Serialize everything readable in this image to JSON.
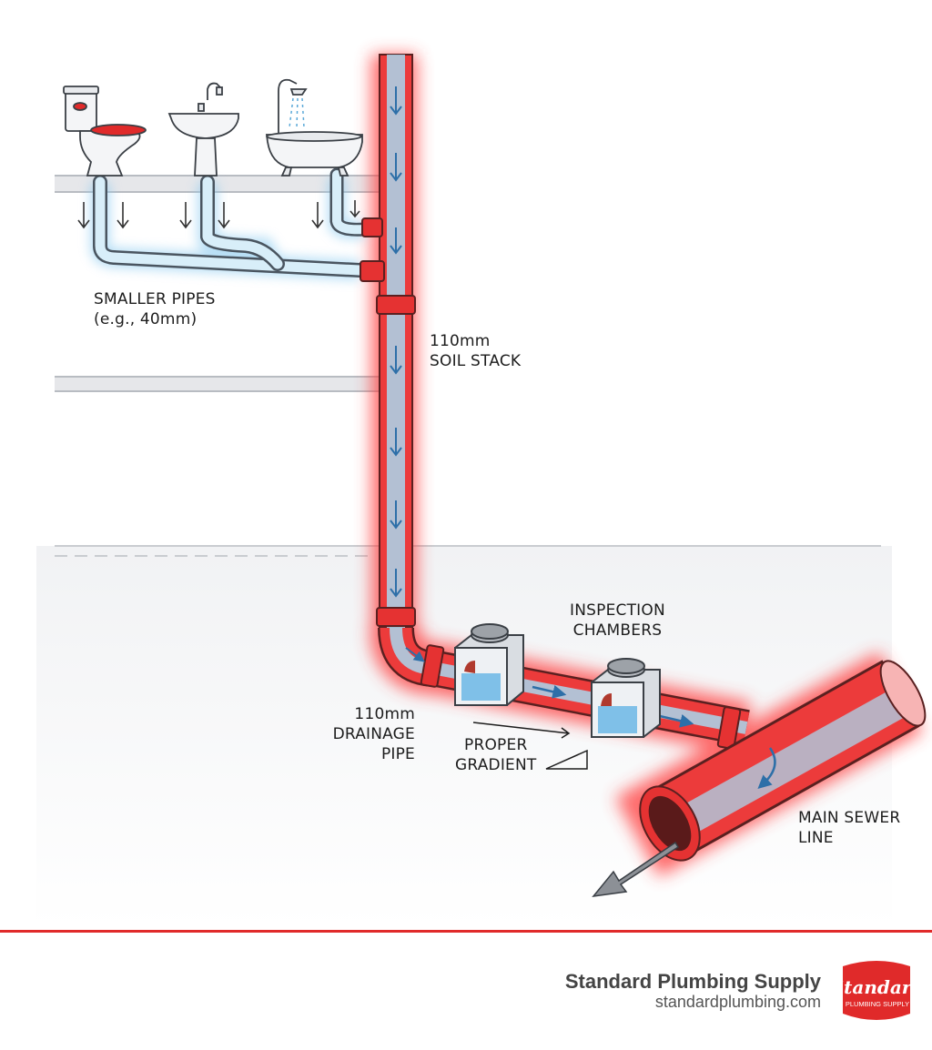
{
  "labels": {
    "smaller_pipes": [
      "SMALLER PIPES",
      "(e.g., 40mm)"
    ],
    "soil_stack": [
      "110mm",
      "SOIL STACK"
    ],
    "inspection_chambers": [
      "INSPECTION",
      "CHAMBERS"
    ],
    "drainage_pipe": [
      "110mm",
      "DRAINAGE",
      "PIPE"
    ],
    "gradient": [
      "PROPER",
      "GRADIENT"
    ],
    "main_sewer": [
      "MAIN SEWER",
      "LINE"
    ]
  },
  "brand": {
    "name": "Standard Plumbing Supply",
    "url": "standardplumbing.com",
    "logo_word": "Standard",
    "logo_tag": "PLUMBING SUPPLY"
  },
  "colors": {
    "accent_red": "#e02a2a",
    "pipe_red": "#ec3b3b",
    "water_blue": "#a9d8ef",
    "arrow_blue": "#3a8fcf"
  },
  "icons": [
    "toilet-icon",
    "sink-icon",
    "bathtub-icon",
    "shower-icon",
    "inspection-chamber-icon",
    "gradient-triangle-icon",
    "outflow-arrow-icon"
  ]
}
